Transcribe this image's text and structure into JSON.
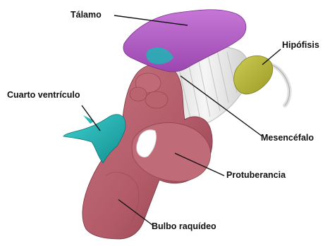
{
  "diagram": {
    "labels": {
      "talamo": "Tálamo",
      "hipofisis": "Hipófisis",
      "cuarto_ventriculo": "Cuarto ventrículo",
      "mesencefalo": "Mesencéfalo",
      "protuberancia": "Protuberancia",
      "bulbo_raquideo": "Bulbo raquídeo"
    },
    "colors": {
      "talamo": "#b15bc4",
      "hipofisis": "#b8b83a",
      "cuarto_ventriculo": "#1fb5b5",
      "brainstem": "#b5606c",
      "mesencefalo_fibers": "#e8e8e8",
      "label_text": "#111111"
    }
  }
}
